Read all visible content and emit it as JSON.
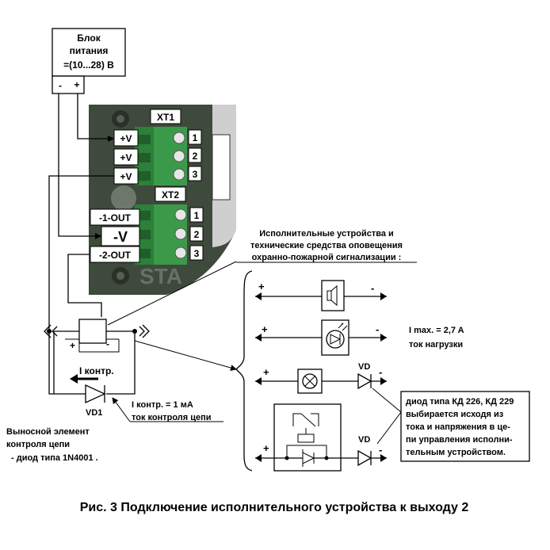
{
  "psu": {
    "line1": "Блок",
    "line2": "питания",
    "line3": "=(10...28) В",
    "minus": "-",
    "plus": "+"
  },
  "board": {
    "xt1": "XT1",
    "xt2": "XT2",
    "xt1_labels": [
      "+V",
      "+V",
      "+V"
    ],
    "xt2_labels": [
      "-1-OUT",
      "-V",
      "-2-OUT"
    ],
    "pins": [
      "1",
      "2",
      "3"
    ],
    "watermark": "STA"
  },
  "devices": {
    "title_lines": [
      "Исполнительные устройства и",
      "технические средства оповещения",
      "охранно-пожарной сигнализации :"
    ],
    "plus": "+",
    "minus": "-",
    "vd": "VD"
  },
  "current": {
    "line1": "I max. = 2,7 A",
    "line2": "ток нагрузки"
  },
  "diode_note": {
    "lines": [
      "диод типа КД 226, КД 229",
      "выбирается исходя из",
      "тока и напряжения в це-",
      "пи управления исполни-",
      "тельным устройством."
    ]
  },
  "control": {
    "arrow_label": "I контр.",
    "vd1": "VD1",
    "note_line1": "I контр. = 1 мА",
    "note_line2": "ток контроля цепи",
    "plus": "+",
    "minus": "-"
  },
  "remote": {
    "lines": [
      "Выносной элемент",
      "контроля цепи",
      "- диод типа 1N4001 ."
    ]
  },
  "caption": "Рис. 3 Подключение исполнительного устройства к выходу 2"
}
